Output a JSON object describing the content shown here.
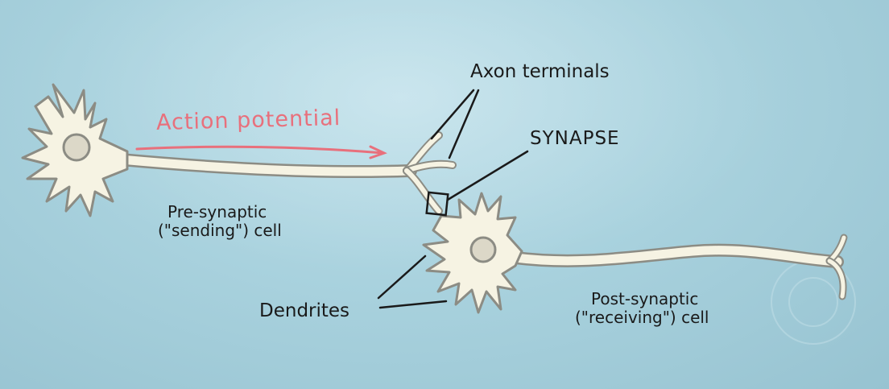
{
  "labels": {
    "action_potential": "Action potential",
    "axon_terminals": "Axon terminals",
    "synapse": "SYNAPSE",
    "presynaptic": {
      "line1": "Pre-synaptic",
      "line2": "(\"sending\") cell"
    },
    "dendrites": "Dendrites",
    "postsynaptic": {
      "line1": "Post-synaptic",
      "line2": "(\"receiving\") cell"
    }
  },
  "colors": {
    "background": "#a9d2de",
    "cell_fill": "#f6f3e3",
    "cell_outline": "#8c8c84",
    "nucleus_fill": "#dcd8c8",
    "arrow": "#e8707c",
    "ink": "#1a1a1a"
  }
}
